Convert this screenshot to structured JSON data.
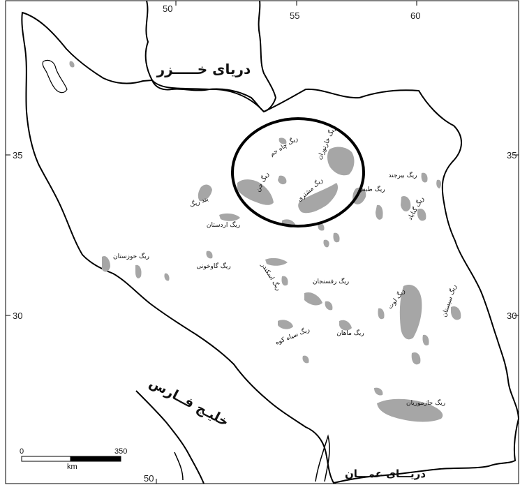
{
  "map": {
    "colors": {
      "background": "#ffffff",
      "border": "#000000",
      "desert_fill": "#a6a6a6",
      "highlight_circle": "#000000"
    },
    "graticule": {
      "top_labels": [
        "50",
        "55",
        "60"
      ],
      "left_labels": [
        "35",
        "30"
      ],
      "right_labels": [
        "35",
        "30"
      ],
      "bottom_labels": [
        "50"
      ]
    },
    "seas": {
      "caspian": "دریای خـــــزر",
      "persian_gulf": "خلیـج فــارس",
      "oman_sea": "دریـــای عمـــان"
    },
    "deserts": [
      "ریگ چاه جم",
      "ریگ جن",
      "ریگ خارتوران",
      "ریگ مشتری",
      "ریگ بیرجند",
      "ریگ طبس",
      "ریگ گناباد",
      "بند ریگ",
      "ریگ اردستان",
      "ریگ خوزستان",
      "ریگ گاوخونی",
      "ریگ اسکندر",
      "ریگ رفسنجان",
      "ریگ لوت",
      "ریگ سیستان",
      "ریگ سیاه کوه",
      "ریگ ماهان",
      "ریگ جازموریان"
    ],
    "scale_bar": {
      "start": "0",
      "end": "350",
      "unit": "km"
    }
  }
}
